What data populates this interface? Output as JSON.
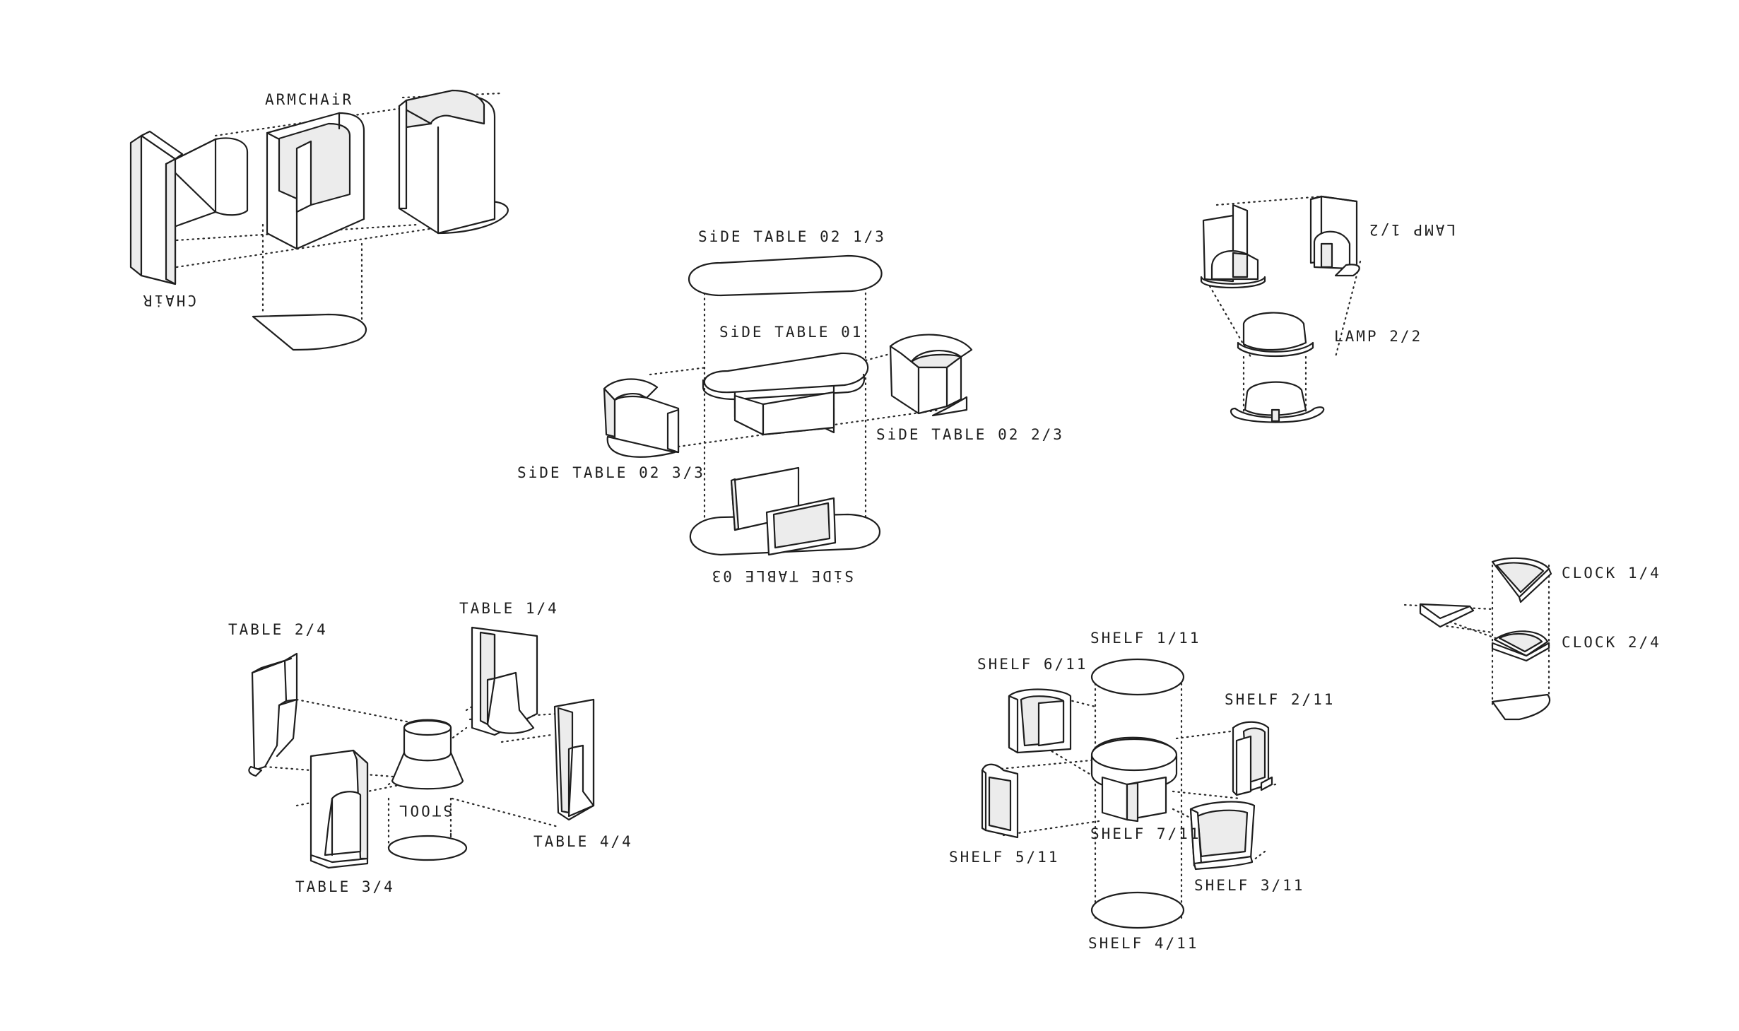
{
  "labels": {
    "armchair": "ARMCHAiR",
    "chair": "CHAiR",
    "side_table_02_1": "SiDE TABLE 02 1/3",
    "side_table_01": "SiDE TABLE 01",
    "side_table_02_2": "SiDE TABLE 02 2/3",
    "side_table_02_3": "SiDE TABLE 02 3/3",
    "side_table_03": "SiDE TABLE 03",
    "lamp_1": "LAMP 1/2",
    "lamp_2": "LAMP 2/2",
    "clock_1": "CLOCK 1/4",
    "clock_2": "CLOCK 2/4",
    "table_1": "TABLE 1/4",
    "table_2": "TABLE 2/4",
    "table_3": "TABLE 3/4",
    "table_4": "TABLE 4/4",
    "stool": "STOOL",
    "shelf_1": "SHELF 1/11",
    "shelf_2": "SHELF 2/11",
    "shelf_3": "SHELF 3/11",
    "shelf_4": "SHELF 4/11",
    "shelf_5": "SHELF 5/11",
    "shelf_6": "SHELF 6/11",
    "shelf_7": "SHELF 7/11"
  },
  "style": {
    "ink": "#1e1e1e",
    "background": "#ffffff"
  }
}
